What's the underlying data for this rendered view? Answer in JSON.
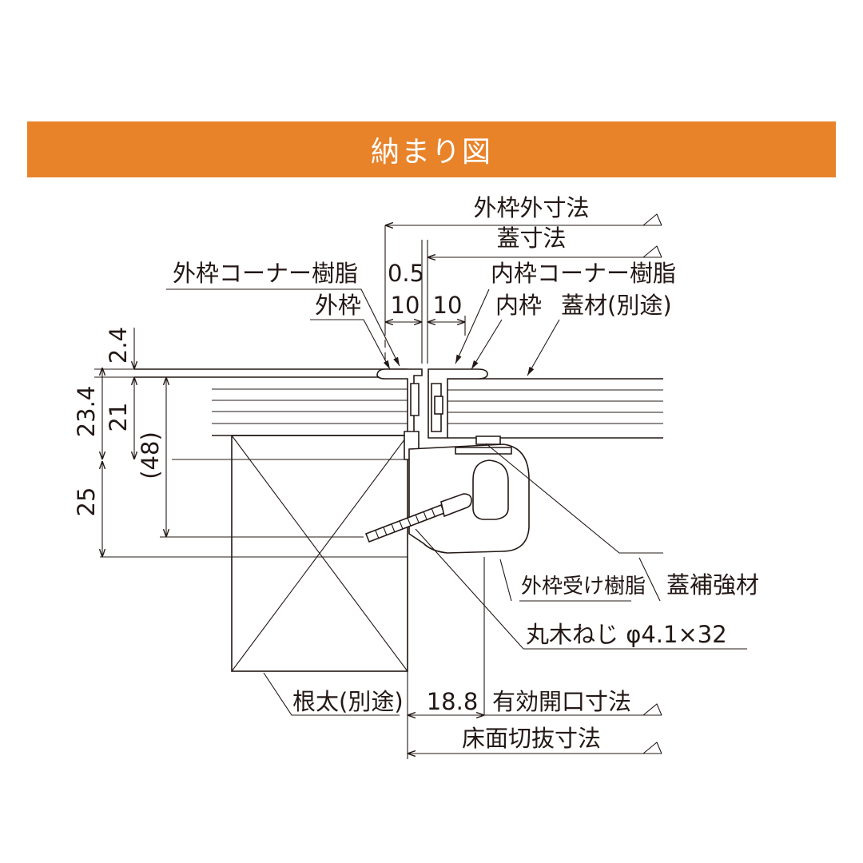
{
  "header": {
    "title": "納まり図",
    "background": "#e8832a"
  },
  "labels": {
    "outer_frame_outer_size": "外枠外寸法",
    "lid_size": "蓋寸法",
    "outer_frame_corner_resin": "外枠コーナー樹脂",
    "inner_frame_corner_resin": "内枠コーナー樹脂",
    "outer_frame": "外枠",
    "inner_frame": "内枠",
    "lid_material": "蓋材(別途)",
    "outer_frame_receiver_resin": "外枠受け樹脂",
    "lid_reinforcement": "蓋補強材",
    "wood_screw": "丸木ねじ φ4.1×32",
    "joist": "根太(別途)",
    "effective_opening_size": "有効開口寸法",
    "floor_cutout_size": "床面切抜寸法"
  },
  "dimensions": {
    "gap": "0.5",
    "outer_frame_width": "10",
    "inner_frame_width": "10",
    "top_offset": "2.4",
    "frame_height": "23.4",
    "lid_thickness": "21",
    "total_height": "(48)",
    "receiver_height": "25",
    "opening_offset": "18.8"
  }
}
